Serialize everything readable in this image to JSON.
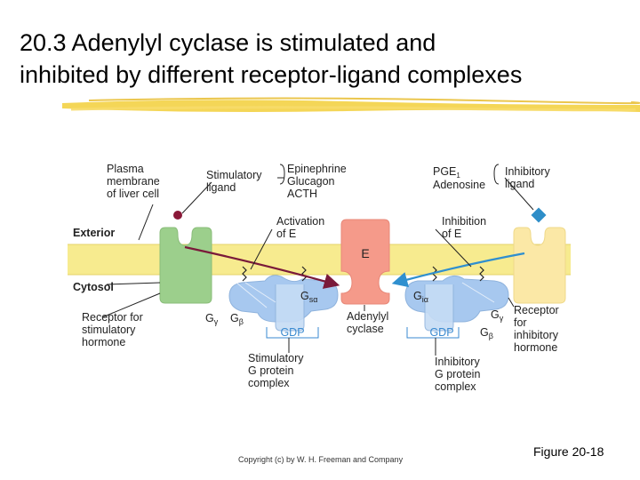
{
  "slide": {
    "title_line1": "20.3 Adenylyl cyclase is stimulated and",
    "title_line2": "inhibited by different receptor-ligand complexes",
    "copyright": "Copyright (c) by W. H. Freeman and Company",
    "figure": "Figure 20-18"
  },
  "diagram": {
    "plasma_membrane": [
      "Plasma",
      "membrane",
      "of liver cell"
    ],
    "stimulatory_ligand": [
      "Stimulatory",
      "ligand"
    ],
    "stim_ligands": [
      "Epinephrine",
      "Glucagon",
      "ACTH"
    ],
    "inhib_ligands_pge": "PGE",
    "inhib_ligands_pge_sub": "1",
    "inhib_ligands_adenosine": "Adenosine",
    "inhibitory_ligand": [
      "Inhibitory",
      "ligand"
    ],
    "exterior": "Exterior",
    "cytosol": "Cytosol",
    "activation": [
      "Activation",
      "of E"
    ],
    "inhibition": [
      "Inhibition",
      "of E"
    ],
    "enzyme": "E",
    "adenylyl_cyclase": [
      "Adenylyl",
      "cyclase"
    ],
    "gs_alpha": "G",
    "gs_alpha_sub": "sα",
    "gi_alpha": "G",
    "gi_alpha_sub": "iα",
    "g_gamma_sub": "γ",
    "g_beta_sub": "β",
    "g_letter": "G",
    "gdp": "GDP",
    "receptor_stim": [
      "Receptor for",
      "stimulatory",
      "hormone"
    ],
    "receptor_inhib": [
      "Receptor",
      "for",
      "inhibitory",
      "hormone"
    ],
    "stim_complex": [
      "Stimulatory",
      "G protein",
      "complex"
    ],
    "inhib_complex": [
      "Inhibitory",
      "G protein",
      "complex"
    ],
    "colors": {
      "membrane": "#f7eb8f",
      "stim_receptor": "#9ccf8c",
      "inhib_receptor": "#fbe8a6",
      "enzyme": "#f59a8a",
      "g_protein": "#a7c8ef",
      "stim_arrow": "#7a1a3a",
      "inhib_arrow": "#2f8fcf",
      "ligand_stim": "#8a1838",
      "ligand_inhib": "#2e8ec8",
      "gdp_text": "#3a8ad0"
    }
  }
}
